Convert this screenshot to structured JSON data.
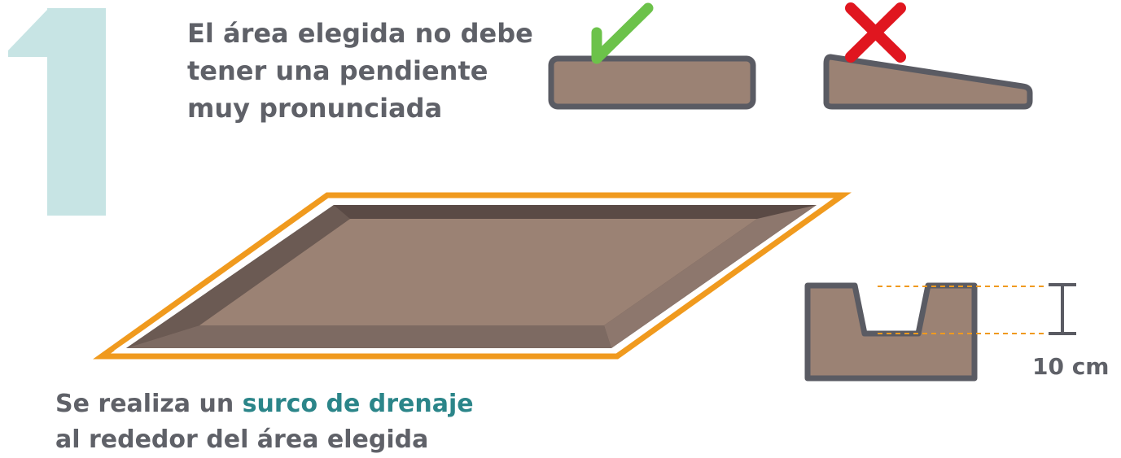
{
  "step": {
    "number_label": "1",
    "number_color": "#c7e4e4"
  },
  "slope_note": {
    "lines": [
      "El área elegida no debe",
      "tener una pendiente",
      "muy pronunciada"
    ]
  },
  "examples": {
    "correct_icon": "check-icon",
    "correct_color": "#6cc24a",
    "incorrect_icon": "cross-icon",
    "incorrect_color": "#e0161f"
  },
  "furrow": {
    "depth_label": "10 cm",
    "border_color": "#f09a1e",
    "soil_color": "#9b8274",
    "trench_color": "#5a4a45"
  },
  "caption": {
    "before": "Se realiza un ",
    "highlight": "surco de drenaje",
    "line2": "al rededor del área elegida"
  }
}
